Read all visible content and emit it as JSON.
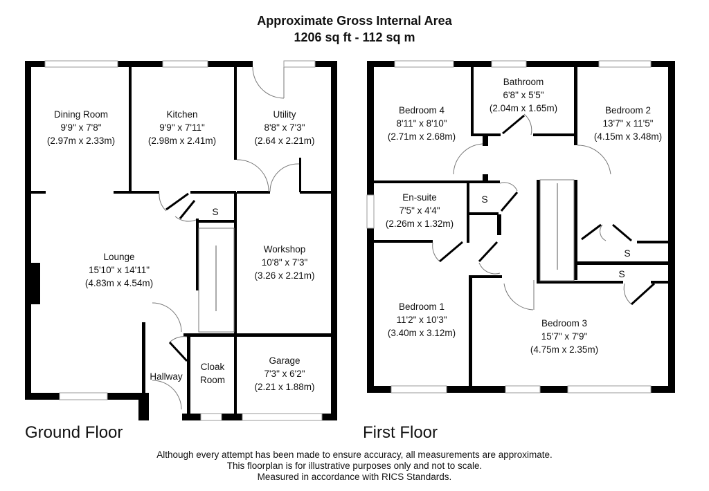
{
  "title": {
    "line1": "Approximate Gross Internal Area",
    "line2": "1206 sq ft - 112 sq m"
  },
  "ground_floor": {
    "label": "Ground Floor",
    "rooms": [
      {
        "name": "Dining Room",
        "imperial": "9'9\" x 7'8\"",
        "metric": "(2.97m x 2.33m)"
      },
      {
        "name": "Kitchen",
        "imperial": "9'9\" x 7'11\"",
        "metric": "(2.98m x 2.41m)"
      },
      {
        "name": "Utility",
        "imperial": "8'8\" x 7'3\"",
        "metric": "(2.64 x 2.21m)"
      },
      {
        "name": "Lounge",
        "imperial": "15'10\" x 14'11\"",
        "metric": "(4.83m x 4.54m)"
      },
      {
        "name": "Workshop",
        "imperial": "10'8\" x 7'3\"",
        "metric": "(3.26 x 2.21m)"
      },
      {
        "name": "Garage",
        "imperial": "7'3\" x 6'2\"",
        "metric": "(2.21 x 1.88m)"
      },
      {
        "name": "Hallway"
      },
      {
        "name": "Cloak",
        "name2": "Room"
      }
    ],
    "store": "S"
  },
  "first_floor": {
    "label": "First Floor",
    "rooms": [
      {
        "name": "Bedroom 4",
        "imperial": "8'11\" x 8'10\"",
        "metric": "(2.71m x 2.68m)"
      },
      {
        "name": "Bathroom",
        "imperial": "6'8\" x 5'5\"",
        "metric": "(2.04m x 1.65m)"
      },
      {
        "name": "Bedroom 2",
        "imperial": "13'7\" x 11'5\"",
        "metric": "(4.15m x 3.48m)"
      },
      {
        "name": "En-suite",
        "imperial": "7'5\" x 4'4\"",
        "metric": "(2.26m x 1.32m)"
      },
      {
        "name": "Bedroom 1",
        "imperial": "11'2\" x 10'3\"",
        "metric": "(3.40m x 3.12m)"
      },
      {
        "name": "Bedroom 3",
        "imperial": "15'7\" x 7'9\"",
        "metric": "(4.75m x 2.35m)"
      }
    ],
    "store": "S"
  },
  "footer": {
    "line1": "Although every attempt has been made to ensure accuracy, all measurements are approximate.",
    "line2": "This floorplan is for illustrative purposes only and not to scale.",
    "line3": "Measured in accordance with RICS Standards."
  }
}
